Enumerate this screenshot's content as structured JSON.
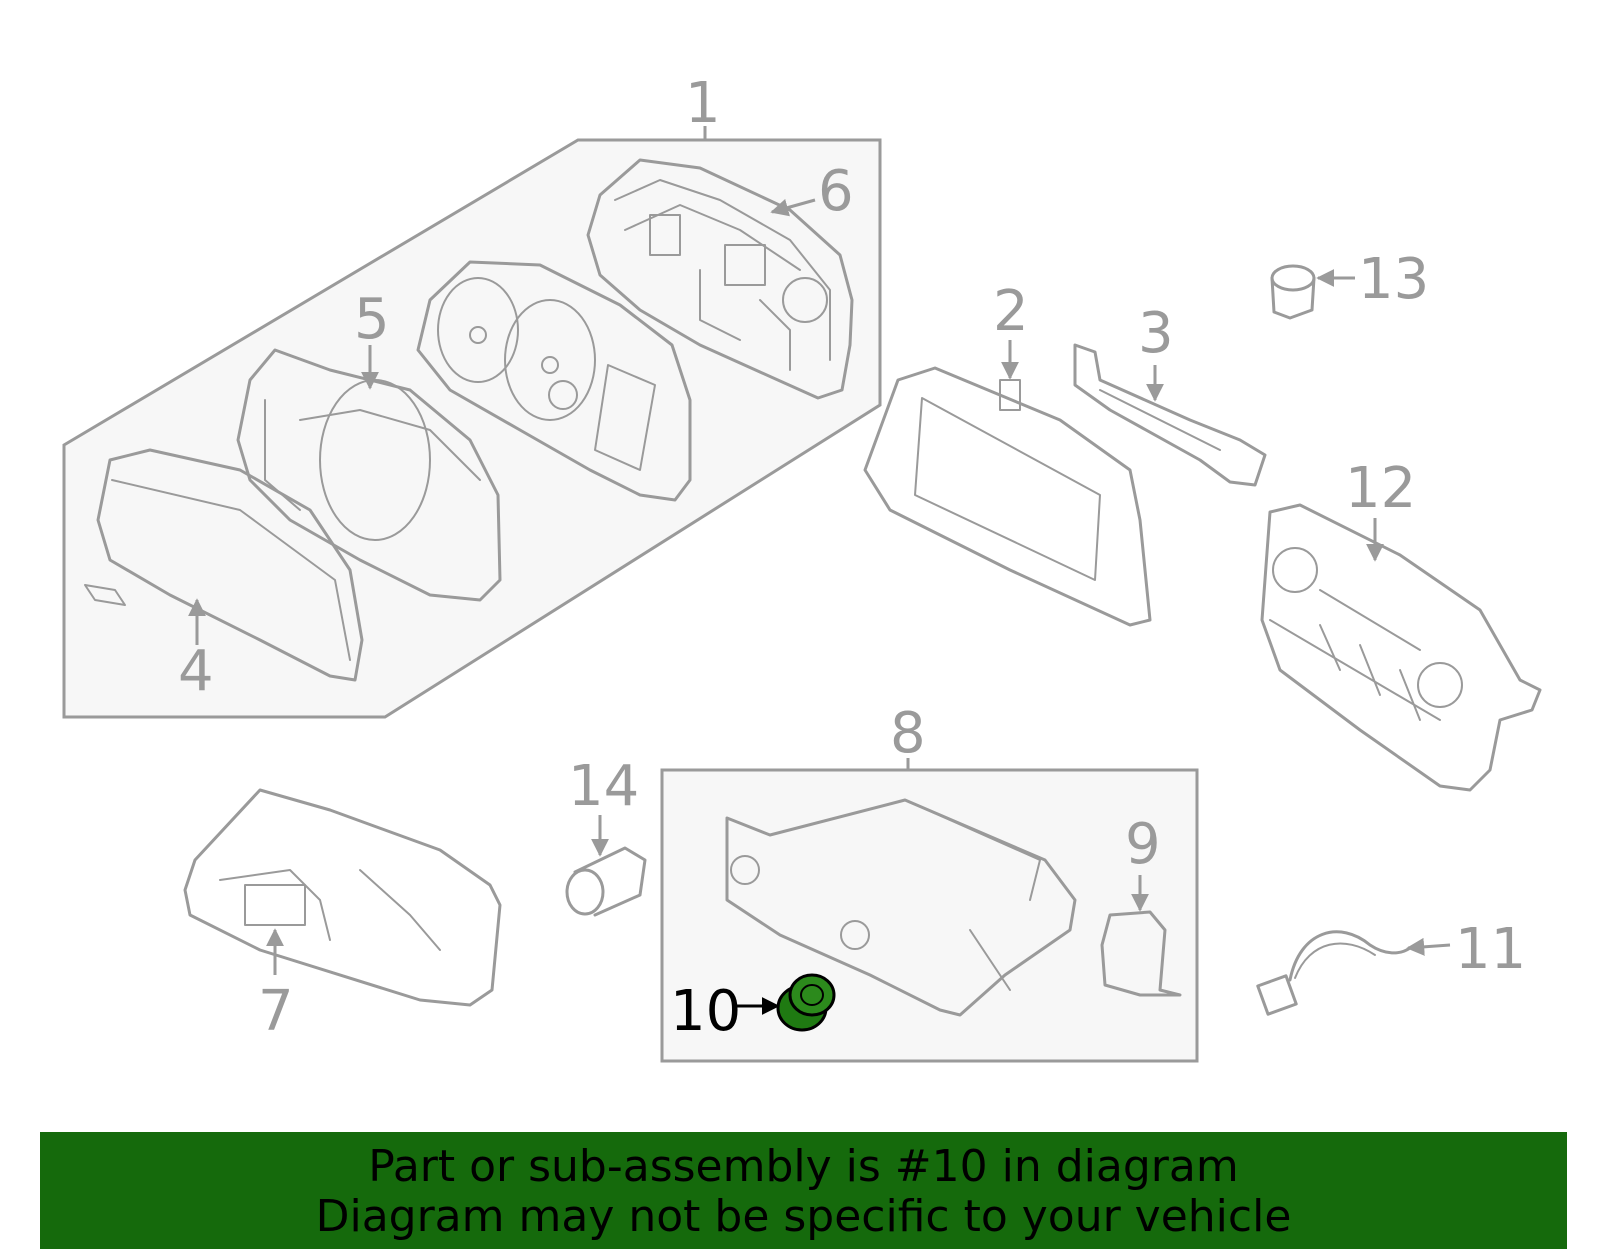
{
  "callouts": {
    "c1": "1",
    "c2": "2",
    "c3": "3",
    "c4": "4",
    "c5": "5",
    "c6": "6",
    "c7": "7",
    "c8": "8",
    "c9": "9",
    "c10": "10",
    "c11": "11",
    "c12": "12",
    "c13": "13",
    "c14": "14"
  },
  "highlight": {
    "part": "10",
    "color": "#1f7a12"
  },
  "banner": {
    "line1": "Part or sub-assembly is #10 in diagram",
    "line2": "Diagram may not be specific to your vehicle",
    "background": "#156a0c"
  }
}
